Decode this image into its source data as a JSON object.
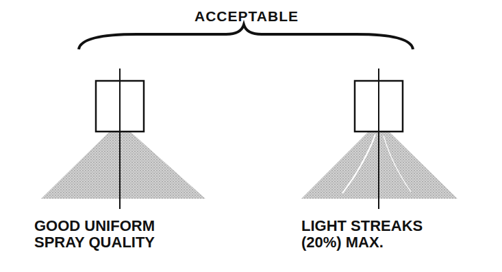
{
  "diagram": {
    "title": "ACCEPTABLE",
    "labels": [
      "GOOD UNIFORM SPRAY QUALITY",
      "LIGHT STREAKS (20%) MAX."
    ]
  }
}
